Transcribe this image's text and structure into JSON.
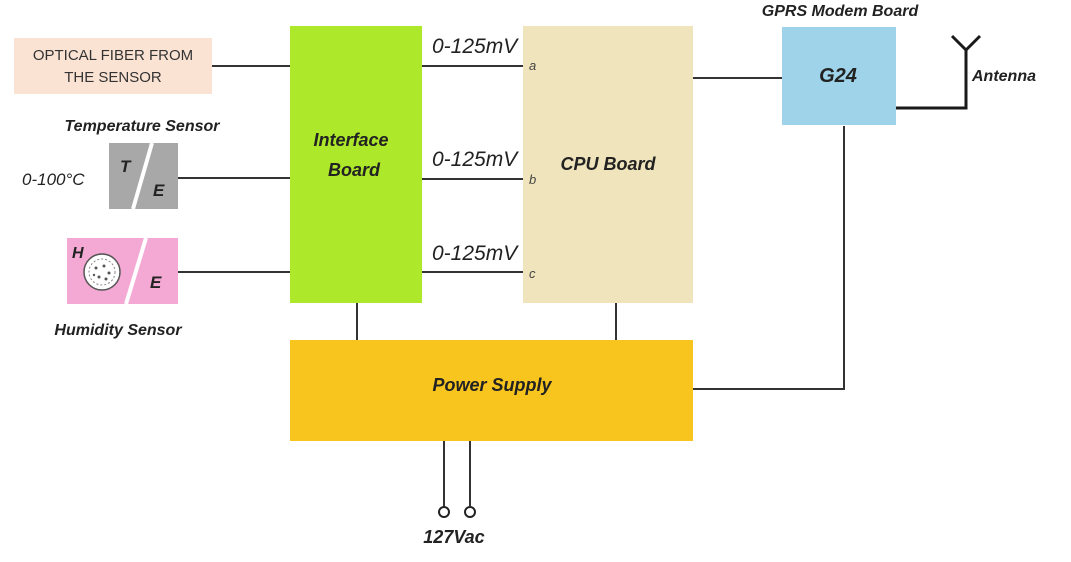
{
  "colors": {
    "fiber_box": "#fbe3d4",
    "temperature_sensor": "#a8a8a8",
    "humidity_sensor": "#f4a9d4",
    "interface_board": "#aee82a",
    "cpu_board": "#efe4bb",
    "power_supply": "#f8c51f",
    "modem": "#9fd3e9",
    "wire": "#333333"
  },
  "inputs": {
    "optical_fiber_line1": "OPTICAL FIBER FROM",
    "optical_fiber_line2": "THE SENSOR",
    "temperature_title": "Temperature Sensor",
    "temperature_range": "0-100°C",
    "temperature_t": "T",
    "temperature_e": "E",
    "humidity_title": "Humidity Sensor",
    "humidity_h": "H",
    "humidity_e": "E"
  },
  "boards": {
    "interface_line1": "Interface",
    "interface_line2": "Board",
    "cpu": "CPU Board",
    "power": "Power Supply",
    "modem_title": "GPRS Modem Board",
    "modem": "G24",
    "antenna": "Antenna",
    "mains": "127Vac"
  },
  "signals": {
    "a_voltage": "0-125mV",
    "b_voltage": "0-125mV",
    "c_voltage": "0-125mV",
    "a_port": "a",
    "b_port": "b",
    "c_port": "c"
  }
}
